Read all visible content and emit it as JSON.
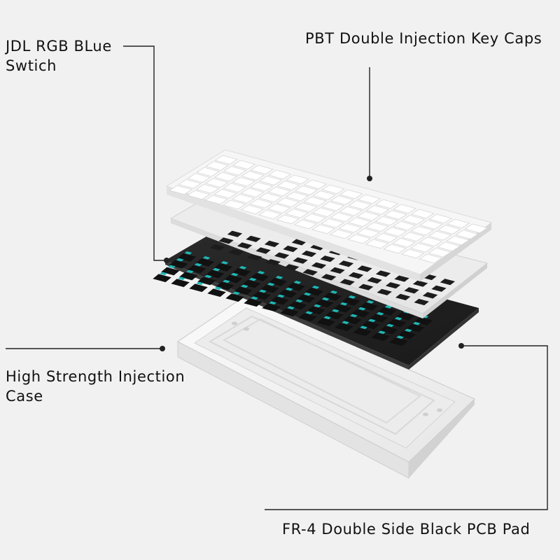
{
  "callouts": {
    "switch": {
      "line1": "JDL RGB BLue",
      "line2": "Swtich"
    },
    "keycaps": {
      "text": "PBT Double Injection Key Caps"
    },
    "case": {
      "line1": "High Strength Injection",
      "line2": "Case"
    },
    "pcb": {
      "text": "FR-4 Double Side Black PCB Pad"
    }
  },
  "colors": {
    "background": "#f1f1f1",
    "keycap": "#ffffff",
    "plate": "#e9e9e9",
    "pcb": "#262626",
    "switch_housing": "#111111",
    "switch_stem": "#1fb7b7",
    "case": "#f7f7f7",
    "leader_line": "#222222"
  }
}
